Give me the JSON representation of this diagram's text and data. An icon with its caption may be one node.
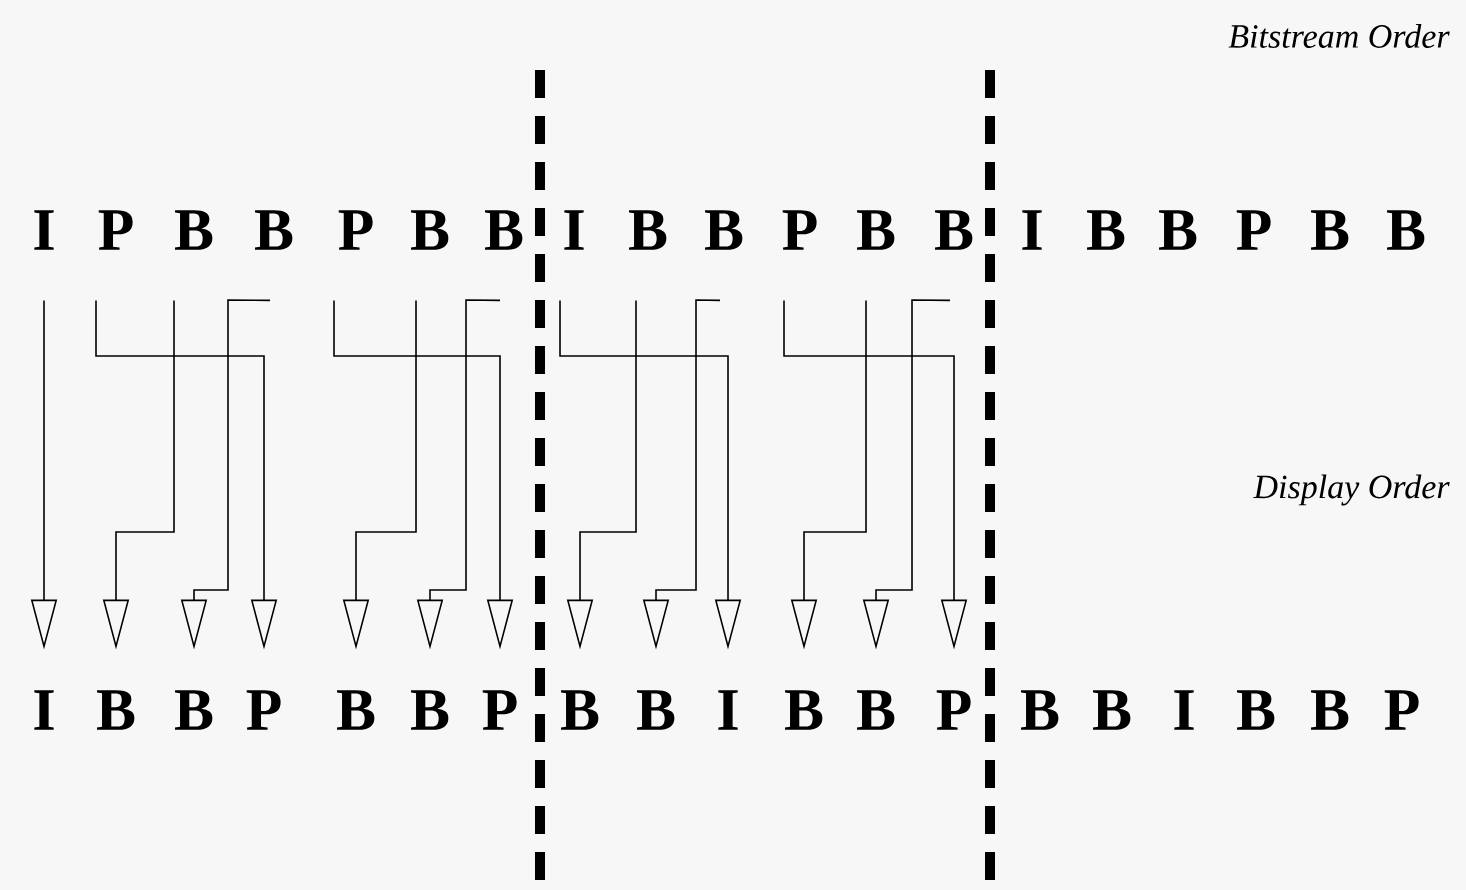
{
  "diagram": {
    "nodes": [
      {
        "text": [
          "I"
        ]
      },
      {
        "text": [
          "P"
        ]
      },
      {
        "text": [
          "B"
        ]
      },
      {
        "text": [
          "B"
        ]
      },
      {
        "text": [
          "P"
        ]
      },
      {
        "text": [
          "B"
        ]
      },
      {
        "text": [
          "B"
        ]
      },
      {
        "text": [
          "I"
        ]
      },
      {
        "text": [
          "B"
        ]
      },
      {
        "text": [
          "B"
        ]
      },
      {
        "text": [
          "P"
        ]
      },
      {
        "text": [
          "B"
        ]
      },
      {
        "text": [
          "B"
        ]
      },
      {
        "text": [
          "I"
        ]
      },
      {
        "text": [
          "B"
        ]
      },
      {
        "text": [
          "B"
        ]
      },
      {
        "text": [
          "P"
        ]
      },
      {
        "text": [
          "B"
        ]
      },
      {
        "text": [
          "B"
        ]
      },
      {
        "text": [
          "I"
        ]
      },
      {
        "text": [
          "B"
        ]
      },
      {
        "text": [
          "B"
        ]
      },
      {
        "text": [
          "P"
        ]
      },
      {
        "text": [
          "B"
        ]
      },
      {
        "text": [
          "B"
        ]
      },
      {
        "text": [
          "P"
        ]
      },
      {
        "text": [
          "B"
        ]
      },
      {
        "text": [
          "B"
        ]
      },
      {
        "text": [
          "I"
        ]
      },
      {
        "text": [
          "B"
        ]
      },
      {
        "text": [
          "B"
        ]
      },
      {
        "text": [
          "P"
        ]
      },
      {
        "text": [
          "B"
        ]
      },
      {
        "text": [
          "B"
        ]
      },
      {
        "text": [
          "I"
        ]
      },
      {
        "text": [
          "B"
        ]
      },
      {
        "text": [
          "B"
        ]
      },
      {
        "text": [
          "P"
        ]
      }
    ],
    "edges": [
      {
        "from": 0,
        "to": 19,
        "arrow": "to"
      },
      {
        "from": 1,
        "to": 22,
        "arrow": "to"
      },
      {
        "from": 2,
        "to": 20,
        "arrow": "to"
      },
      {
        "from": 3,
        "to": 21,
        "arrow": "to"
      },
      {
        "from": 4,
        "to": 25,
        "arrow": "to"
      },
      {
        "from": 5,
        "to": 23,
        "arrow": "to"
      },
      {
        "from": 6,
        "to": 24,
        "arrow": "to"
      },
      {
        "from": 7,
        "to": 28,
        "arrow": "to"
      },
      {
        "from": 8,
        "to": 26,
        "arrow": "to"
      },
      {
        "from": 9,
        "to": 27,
        "arrow": "to"
      },
      {
        "from": 10,
        "to": 31,
        "arrow": "to"
      },
      {
        "from": 11,
        "to": 29,
        "arrow": "to"
      },
      {
        "from": 12,
        "to": 30,
        "arrow": "to"
      }
    ],
    "labels": [
      "Bitstream Order",
      "Display Order"
    ]
  }
}
